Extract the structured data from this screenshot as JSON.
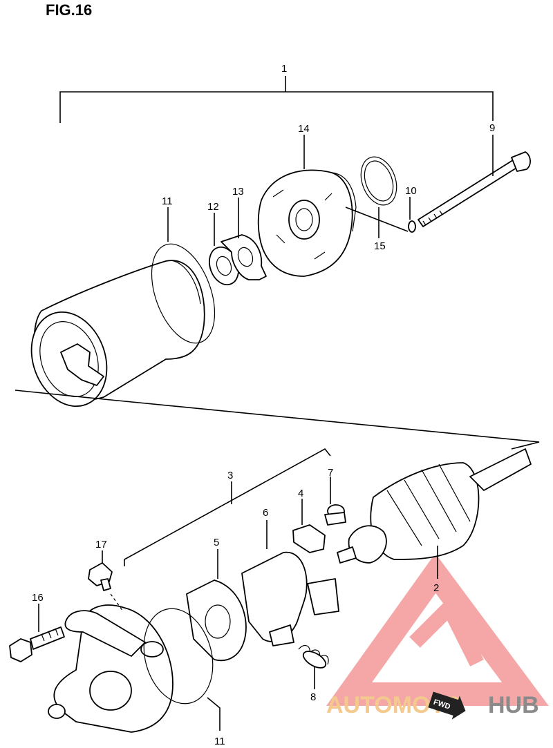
{
  "figure": {
    "title": "FIG.16"
  },
  "callouts": {
    "p1": "1",
    "p2": "2",
    "p3": "3",
    "p4": "4",
    "p5": "5",
    "p6": "6",
    "p7": "7",
    "p8": "8",
    "p9": "9",
    "p10": "10",
    "p11_top": "11",
    "p11_bottom": "11",
    "p12": "12",
    "p13": "13",
    "p14": "14",
    "p15": "15",
    "p16": "16",
    "p17": "17"
  },
  "watermark": {
    "text_left": "AUTOMOTO",
    "text_right": "HUB",
    "badge": "FWD",
    "colors": {
      "triangle": "#f28a8a",
      "auto": "#f3c98e",
      "hub": "#8a8a8a"
    }
  }
}
